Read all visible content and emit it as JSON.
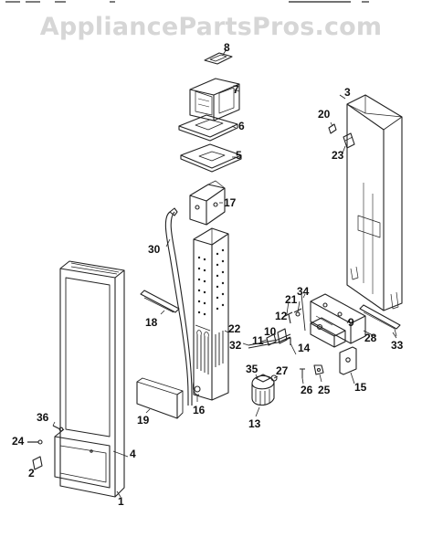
{
  "watermark": "AppliancePartsPros.com",
  "callouts": [
    {
      "id": "lbl-1",
      "text": "1"
    },
    {
      "id": "lbl-2",
      "text": "2"
    },
    {
      "id": "lbl-3",
      "text": "3"
    },
    {
      "id": "lbl-4",
      "text": "4"
    },
    {
      "id": "lbl-5",
      "text": "5"
    },
    {
      "id": "lbl-6",
      "text": "6"
    },
    {
      "id": "lbl-7",
      "text": "7"
    },
    {
      "id": "lbl-8",
      "text": "8"
    },
    {
      "id": "lbl-9",
      "text": "9"
    },
    {
      "id": "lbl-10",
      "text": "10"
    },
    {
      "id": "lbl-11",
      "text": "11"
    },
    {
      "id": "lbl-12",
      "text": "12"
    },
    {
      "id": "lbl-13",
      "text": "13"
    },
    {
      "id": "lbl-14",
      "text": "14"
    },
    {
      "id": "lbl-15",
      "text": "15"
    },
    {
      "id": "lbl-16",
      "text": "16"
    },
    {
      "id": "lbl-17",
      "text": "17"
    },
    {
      "id": "lbl-18",
      "text": "18"
    },
    {
      "id": "lbl-19",
      "text": "19"
    },
    {
      "id": "lbl-20",
      "text": "20"
    },
    {
      "id": "lbl-21",
      "text": "21"
    },
    {
      "id": "lbl-22",
      "text": "22"
    },
    {
      "id": "lbl-23",
      "text": "23"
    },
    {
      "id": "lbl-24",
      "text": "24"
    },
    {
      "id": "lbl-25",
      "text": "25"
    },
    {
      "id": "lbl-26",
      "text": "26"
    },
    {
      "id": "lbl-27",
      "text": "27"
    },
    {
      "id": "lbl-28",
      "text": "28"
    },
    {
      "id": "lbl-30",
      "text": "30"
    },
    {
      "id": "lbl-32",
      "text": "32"
    },
    {
      "id": "lbl-33",
      "text": "33"
    },
    {
      "id": "lbl-34",
      "text": "34"
    },
    {
      "id": "lbl-35",
      "text": "35"
    },
    {
      "id": "lbl-36",
      "text": "36"
    }
  ]
}
